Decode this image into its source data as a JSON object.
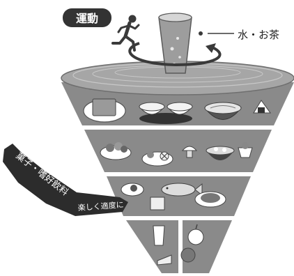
{
  "labels": {
    "exercise": "運動",
    "water_tea": "水・お茶",
    "snacks": "菓子・嗜好飲料",
    "enjoy_moderately": "楽しく適度に"
  },
  "colors": {
    "dark": "#3f3f3f",
    "band": "#8a8a8a",
    "band_light": "#b5b5b5",
    "top_disc": "#9a9a9a",
    "white": "#ffffff"
  },
  "icons": {
    "runner": "running-person-icon",
    "glass": "water-glass-icon",
    "food": [
      "bread-plate-icon",
      "rice-bowls-icon",
      "noodle-bowl-icon",
      "onigiri-icon",
      "salad-icon",
      "vegetable-dish-icon",
      "mushroom-icon",
      "soup-bowl-icon",
      "side-dish-icon",
      "fried-egg-icon",
      "tofu-icon",
      "fish-icon",
      "meat-dish-icon",
      "milk-glass-icon",
      "cheese-icon",
      "apple-icon",
      "orange-icon"
    ]
  }
}
